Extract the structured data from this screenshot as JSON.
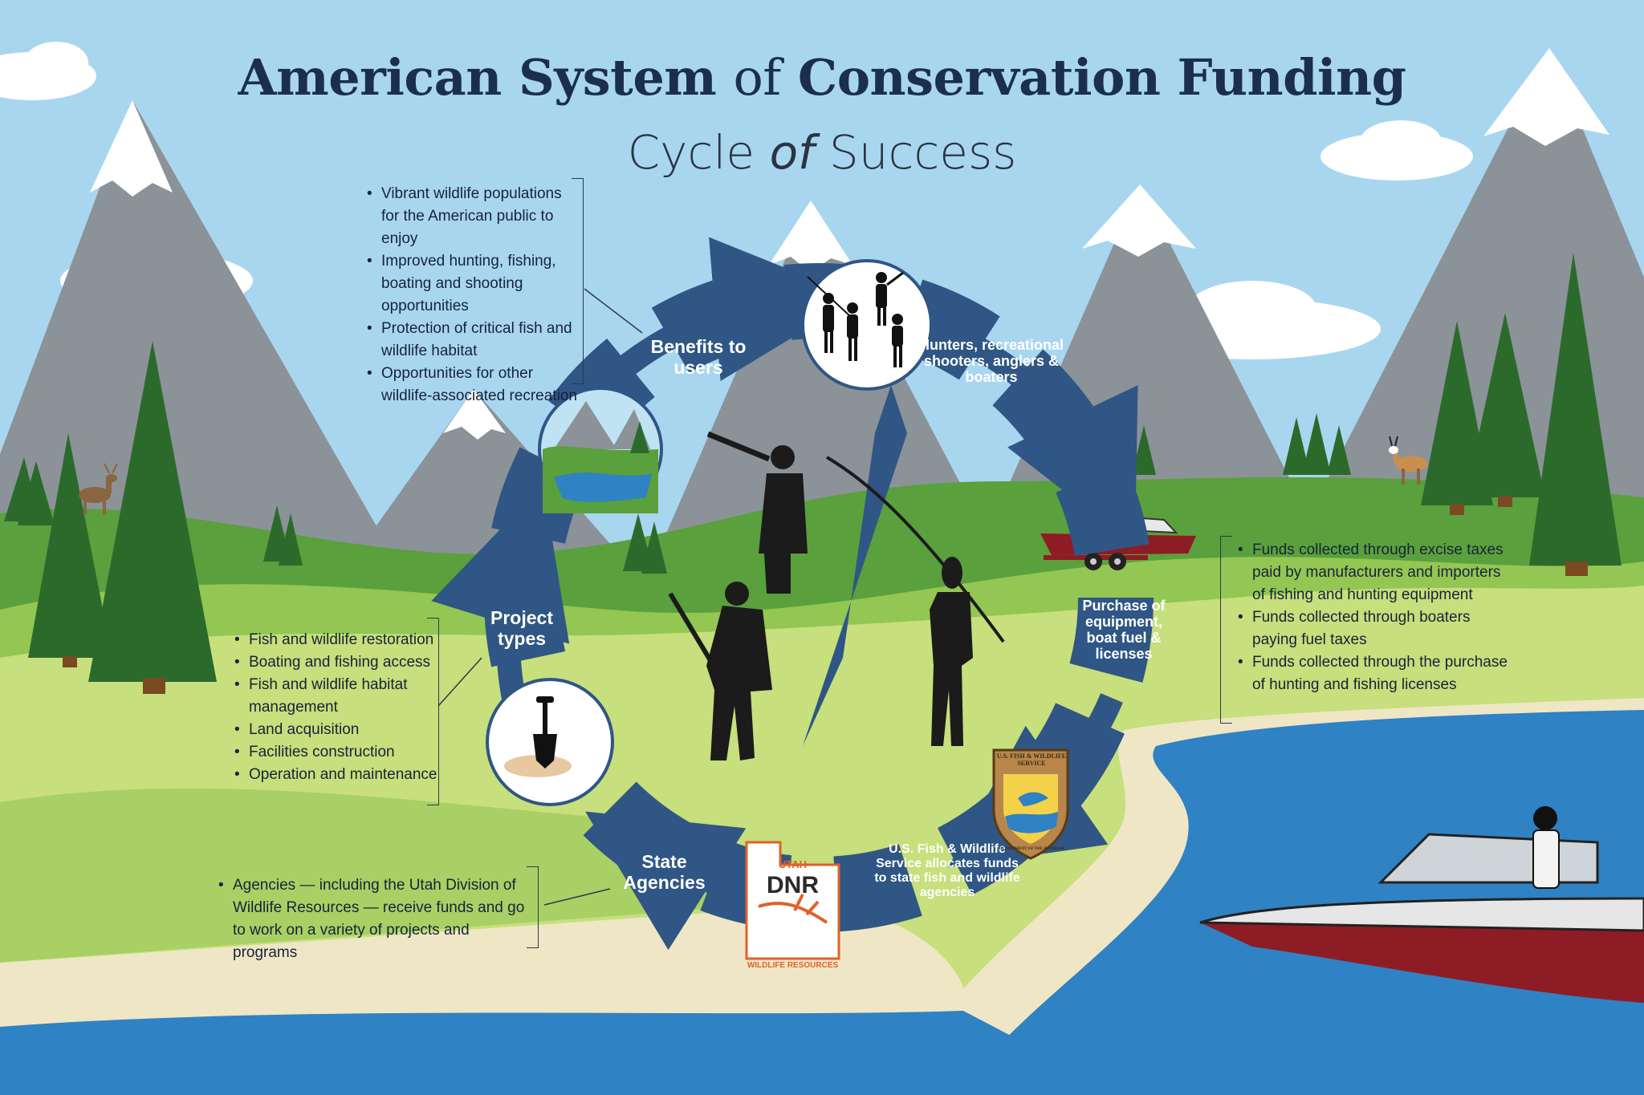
{
  "title": {
    "part1": "American System",
    "part2": "of",
    "part3": "Conservation Funding"
  },
  "subtitle": {
    "part1": "Cycle",
    "part2": "of",
    "part3": "Success"
  },
  "cycle": {
    "benefits": "Benefits to users",
    "hunters": "Hunters, recreational shooters, anglers & boaters",
    "purchase": "Purchase of equipment, boat fuel & licenses",
    "usfws": "U.S. Fish & Wildlife Service allocates funds to state fish and wildlife agencies",
    "state": "State Agencies",
    "projects": "Project types"
  },
  "notes": {
    "benefits": [
      "Vibrant wildlife populations for the American public to enjoy",
      "Improved hunting, fishing, boating and shooting opportunities",
      "Protection of critical fish and wildlife habitat",
      "Opportunities for other wildlife-associated recreation"
    ],
    "purchase": [
      "Funds collected through excise taxes paid by manufacturers and importers of fishing and hunting equipment",
      "Funds collected through boaters paying fuel taxes",
      "Funds collected through the purchase of hunting and fishing licenses"
    ],
    "projects": [
      "Fish and wildlife restoration",
      "Boating and fishing access",
      "Fish and wildlife habitat management",
      "Land acquisition",
      "Facilities construction",
      "Operation and maintenance"
    ],
    "state": [
      "Agencies — including the Utah Division of Wildlife Resources — receive funds and go to work on a variety of projects and programs"
    ]
  },
  "logos": {
    "dnr_top": "UTAH",
    "dnr_mid": "DNR",
    "dnr_bottom": "WILDLIFE RESOURCES",
    "fws_top": "U.S. FISH & WILDLIFE SERVICE",
    "fws_bottom": "DEPARTMENT OF THE INTERIOR"
  },
  "colors": {
    "sky": "#a9d6ef",
    "mountain": "#8a9298",
    "snow": "#ffffff",
    "hill_dark": "#5aa03c",
    "meadow": "#c6e07a",
    "lake": "#2f82c4",
    "beach": "#efe6c6",
    "cycle": "#2f5684",
    "title": "#1b2f4d",
    "pine": "#2c6a2c",
    "boat_red": "#8e1c24",
    "dnr_orange": "#e0622a"
  },
  "icons": [
    "deer-icon",
    "pronghorn-icon",
    "boat-trailer-icon",
    "speedboat-icon",
    "shovel-icon",
    "hunters-group-icon",
    "landscape-icon",
    "hunter-silhouette-icon",
    "angler-silhouette-icon",
    "dnr-logo",
    "fws-logo"
  ]
}
